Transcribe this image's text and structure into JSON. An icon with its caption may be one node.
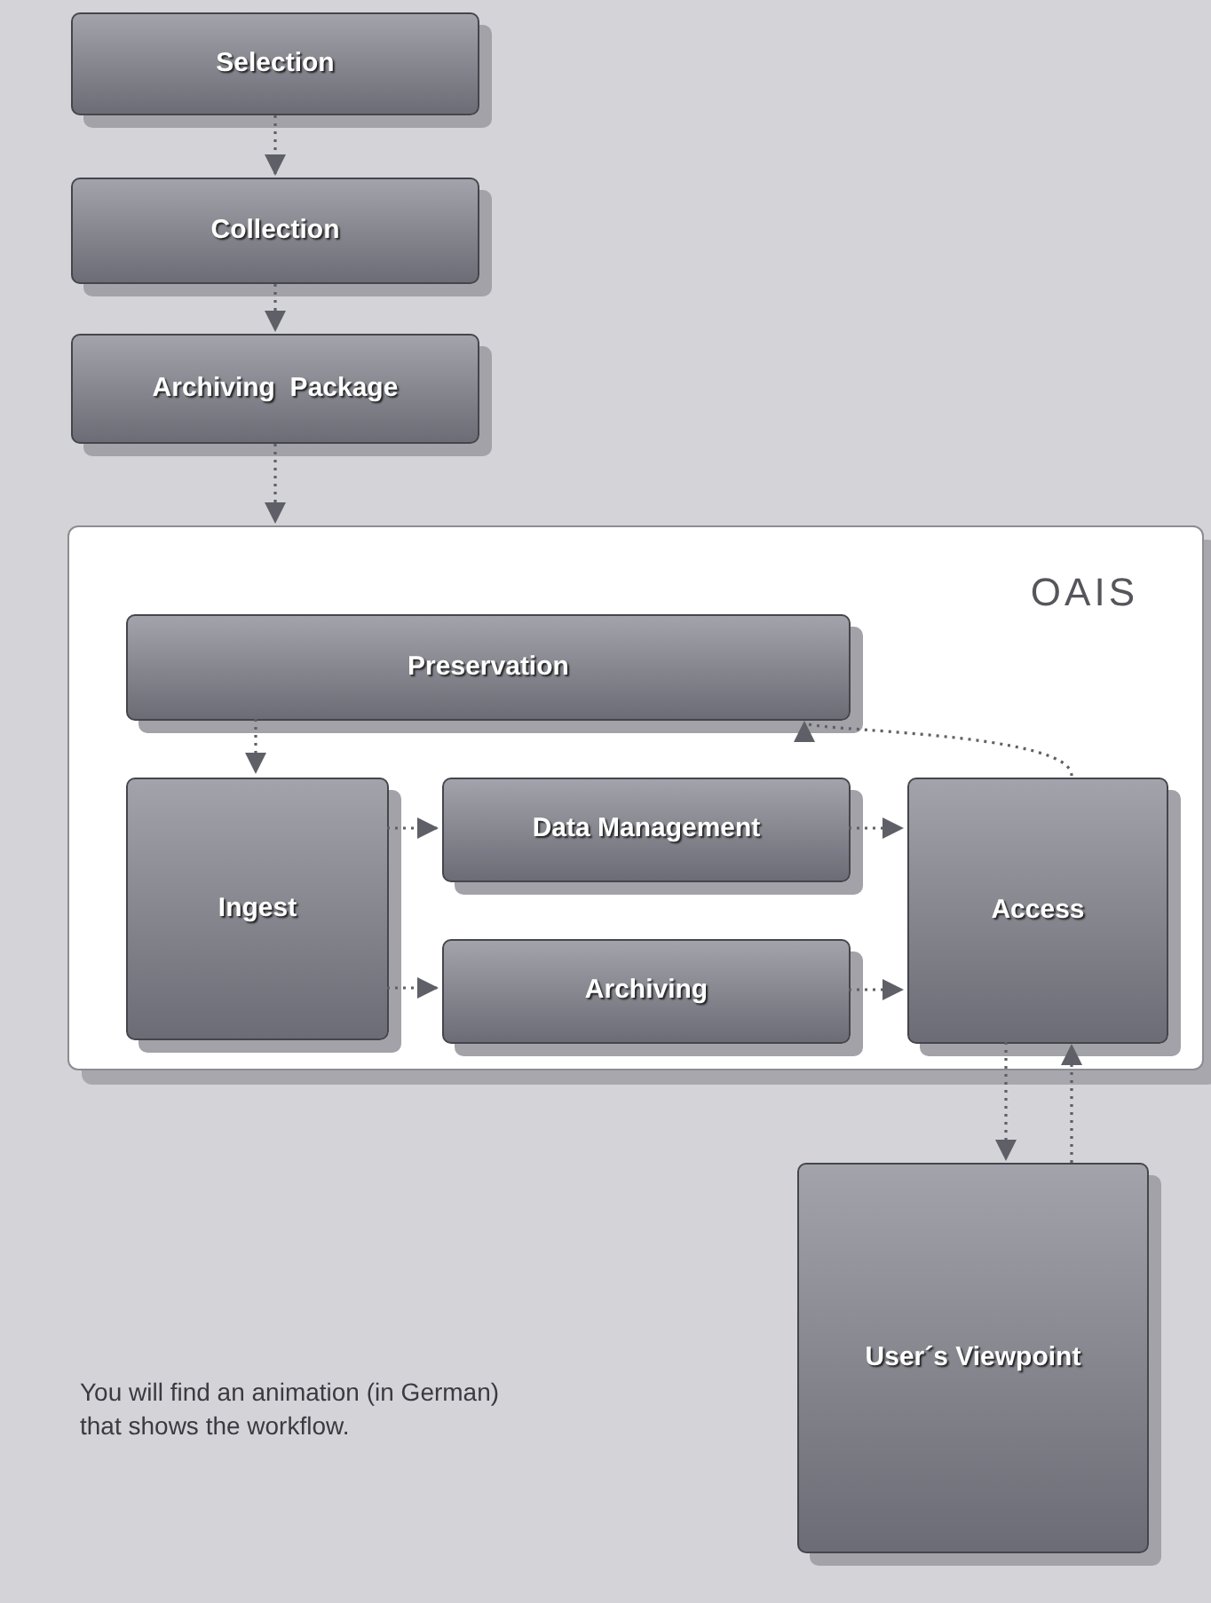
{
  "diagram": {
    "nodes": [
      {
        "text": [
          "Selection"
        ]
      },
      {
        "text": [
          "Collection"
        ]
      },
      {
        "text": [
          "Archiving  Package"
        ]
      },
      {
        "text": [
          "OAIS"
        ]
      },
      {
        "text": [
          "Preservation"
        ],
        "in": 3
      },
      {
        "text": [
          "Ingest"
        ],
        "in": 3
      },
      {
        "text": [
          "Data Management"
        ],
        "in": 3
      },
      {
        "text": [
          "Archiving"
        ],
        "in": 3
      },
      {
        "text": [
          "Access"
        ],
        "in": 3
      },
      {
        "text": [
          "User´s Viewpoint"
        ]
      }
    ],
    "edges": [
      {
        "from": 0,
        "to": 1,
        "arrow": "to"
      },
      {
        "from": 1,
        "to": 2,
        "arrow": "to"
      },
      {
        "from": 2,
        "to": 3,
        "arrow": "to"
      },
      {
        "from": 4,
        "to": 5,
        "arrow": "to"
      },
      {
        "from": 5,
        "to": 6,
        "arrow": "to"
      },
      {
        "from": 5,
        "to": 7,
        "arrow": "to"
      },
      {
        "from": 6,
        "to": 8,
        "arrow": "to"
      },
      {
        "from": 7,
        "to": 8,
        "arrow": "to"
      },
      {
        "from": 8,
        "to": 4,
        "arrow": "to"
      },
      {
        "from": 8,
        "to": 9,
        "arrow": "to"
      },
      {
        "from": 9,
        "to": 8,
        "arrow": "to"
      }
    ],
    "labels": [
      "You will find an animation (in German) that shows the workflow."
    ]
  }
}
